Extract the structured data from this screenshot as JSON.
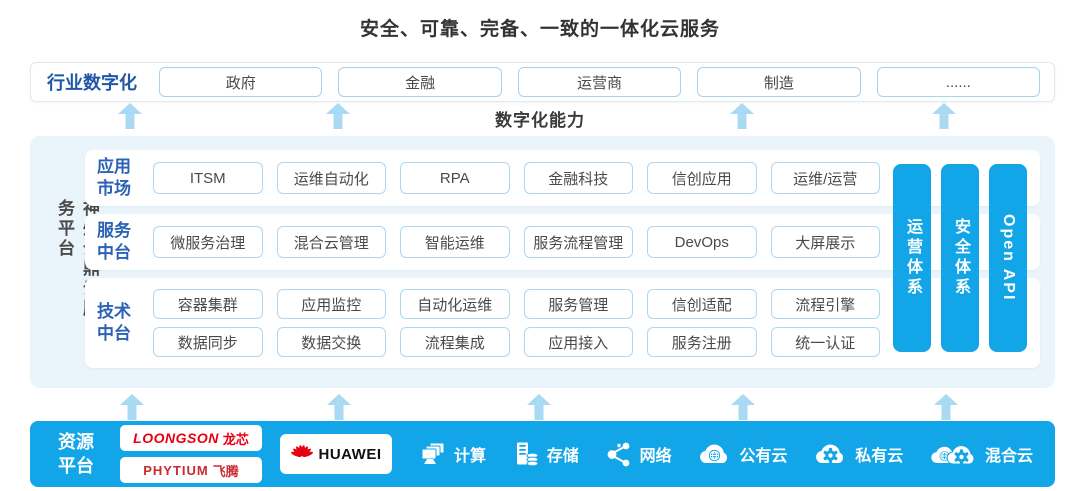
{
  "title": "安全、可靠、完备、一致的一体化云服务",
  "industry": {
    "label": "行业数字化",
    "items": [
      "政府",
      "金融",
      "运营商",
      "制造",
      "......"
    ]
  },
  "capability_label": "数字化能力",
  "platform": {
    "side_label": "神州云鼎云服务平台",
    "rows": [
      {
        "label": "应用市场",
        "items": [
          "ITSM",
          "运维自动化",
          "RPA",
          "金融科技",
          "信创应用",
          "运维/运营"
        ]
      },
      {
        "label": "服务中台",
        "items": [
          "微服务治理",
          "混合云管理",
          "智能运维",
          "服务流程管理",
          "DevOps",
          "大屏展示"
        ]
      },
      {
        "label": "技术中台",
        "items_top": [
          "容器集群",
          "应用监控",
          "自动化运维",
          "服务管理",
          "信创适配",
          "流程引擎"
        ],
        "items_bottom": [
          "数据同步",
          "数据交换",
          "流程集成",
          "应用接入",
          "服务注册",
          "统一认证"
        ]
      }
    ],
    "pillars": [
      "运营体系",
      "安全体系",
      "Open API"
    ]
  },
  "resource": {
    "label": "资源平台",
    "logos": {
      "loongson": {
        "brand": "LOONGSON",
        "cn": "龙芯"
      },
      "phytium": {
        "brand": "PHYTIUM",
        "cn": "飞腾"
      },
      "huawei": {
        "brand": "HUAWEI"
      }
    },
    "items": [
      {
        "icon": "compute-icon",
        "label": "计算"
      },
      {
        "icon": "storage-icon",
        "label": "存储"
      },
      {
        "icon": "network-icon",
        "label": "网络"
      },
      {
        "icon": "public-cloud-icon",
        "label": "公有云"
      },
      {
        "icon": "private-cloud-icon",
        "label": "私有云"
      },
      {
        "icon": "hybrid-cloud-icon",
        "label": "混合云"
      }
    ]
  },
  "colors": {
    "accent_blue": "#12a5e8",
    "arrow_blue": "#a9d9f3",
    "panel_bg": "#e9f4fb",
    "label_blue": "#2057a7",
    "chip_border": "#aed7f1",
    "brand_red": "#e60012"
  }
}
